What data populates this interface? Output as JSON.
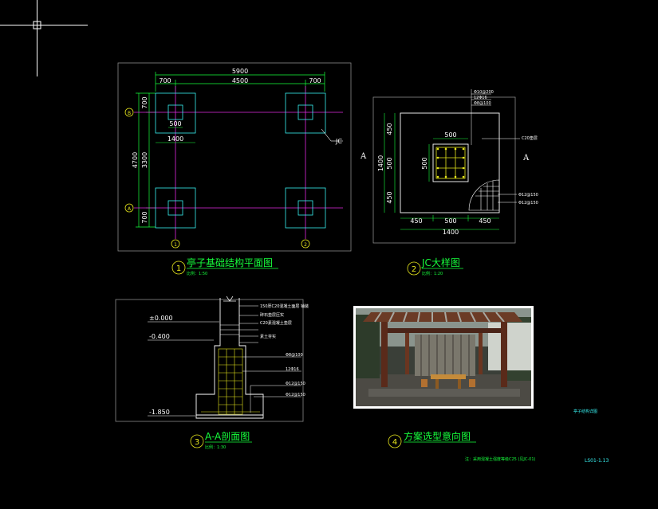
{
  "drawings": {
    "plan": {
      "number": "1",
      "title": "亭子基础结构平面图",
      "scale": "比例：1:50",
      "dims": {
        "overall": "5900",
        "left": "700",
        "middle": "4500",
        "right": "700",
        "v_top": "700",
        "v_total": "4700",
        "v_mid": "3300",
        "v_bottom": "700",
        "footing": "1400",
        "column": "500"
      },
      "axes": {
        "a": "A",
        "b": "B",
        "c1": "1",
        "c2": "2"
      },
      "tag": "JC"
    },
    "detail": {
      "number": "2",
      "title": "JC大样图",
      "scale": "比例：1:20",
      "section_mark": "A",
      "dims": {
        "top": "500",
        "left_a": "450",
        "left_b": "500",
        "left_c": "450",
        "total_v": "1400",
        "bottom_a": "450",
        "bottom_b": "500",
        "bottom_c": "450",
        "total_h": "1400",
        "col_side": "500"
      },
      "notes": [
        "Φ10@200",
        "12Φ16",
        "Φ8@100",
        "C20垫层",
        "Φ12@150",
        "Φ12@150"
      ]
    },
    "section": {
      "number": "3",
      "title": "A-A剖面图",
      "scale": "比例：1:30",
      "levels": {
        "top": "±0.000",
        "mid": "-0.400",
        "bottom": "-1.850"
      },
      "notes": [
        "150厚C20混凝土面层 铺装",
        "碎石垫层压实",
        "C20素混凝土垫层",
        "素土夯实",
        "Φ8@100",
        "12Φ16",
        "Φ12@150",
        "Φ12@150"
      ]
    },
    "reference": {
      "number": "4",
      "title": "方案选型意向图"
    }
  },
  "footer": {
    "sheet_name": "亭子结构详图",
    "note": "注：采用混凝土强度等级C25 (见JC-01)",
    "sheet_no": "LS01-1.13"
  },
  "colors": {
    "background": "#000000",
    "frame": "#c0c0c0",
    "cyan": "#38f2f2",
    "magenta": "#e02ae0",
    "green": "#16ff3c",
    "yellow": "#e6e61c",
    "white": "#ffffff"
  }
}
